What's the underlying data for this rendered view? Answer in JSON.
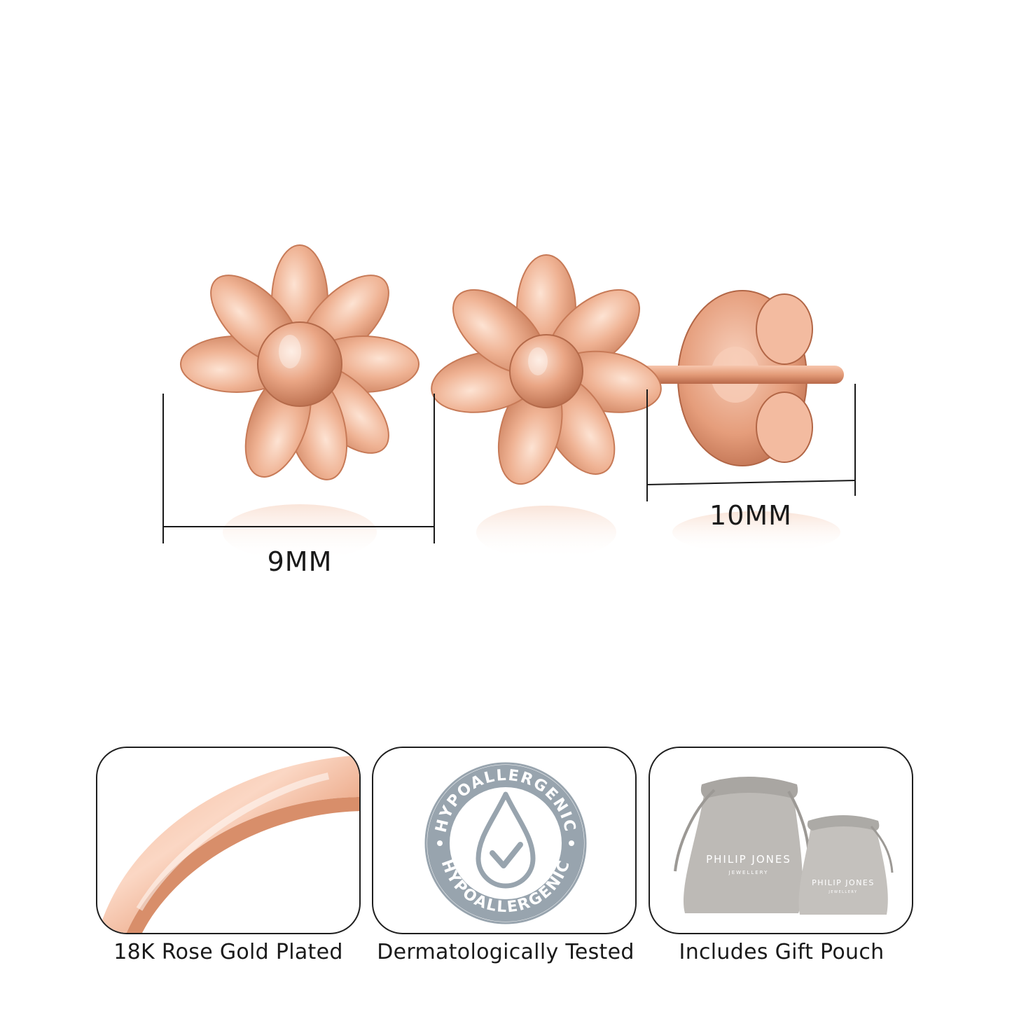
{
  "product": {
    "front_width_label": "9MM",
    "side_length_label": "10MM"
  },
  "features": [
    {
      "label": "18K Rose Gold Plated",
      "icon": "rose-gold-band-icon"
    },
    {
      "label": "Dermatologically Tested",
      "icon": "hypoallergenic-badge-icon",
      "badge_text": "HYPOALLERGENIC"
    },
    {
      "label": "Includes Gift Pouch",
      "icon": "gift-pouch-icon",
      "brand": "PHILIP JONES",
      "brand_sub": "JEWELLERY"
    }
  ],
  "colors": {
    "rose_gold": "#e9a585",
    "rose_gold_dark": "#c97b58",
    "rose_gold_light": "#fbd9c6",
    "badge_grey": "#98a4ae",
    "pouch_grey": "#bdbab6"
  }
}
